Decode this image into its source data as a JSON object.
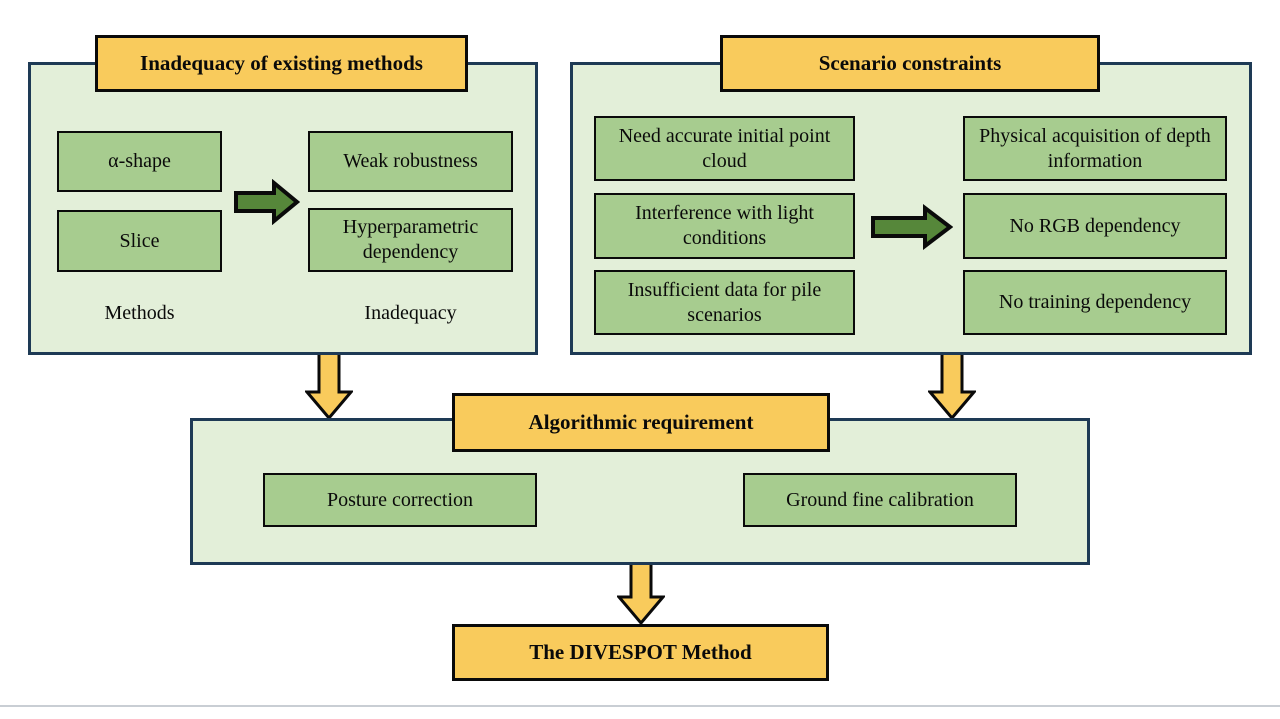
{
  "colors": {
    "accent_yellow": "#F9CB5C",
    "box_green": "#A7CC8F",
    "panel_green": "#E3EFD9",
    "panel_border": "#1E3A55",
    "arrow_green": "#56873A",
    "line_gray": "#C9CED4"
  },
  "panel_inadequacy": {
    "title": "Inadequacy of existing methods",
    "methods": [
      "α-shape",
      "Slice"
    ],
    "inadequacies": [
      "Weak robustness",
      "Hyperparametric dependency"
    ],
    "left_caption": "Methods",
    "right_caption": "Inadequacy"
  },
  "panel_scenario": {
    "title": "Scenario constraints",
    "constraints": [
      "Need accurate initial point cloud",
      "Interference with light conditions",
      "Insufficient data for pile scenarios"
    ],
    "implications": [
      "Physical acquisition of depth information",
      "No RGB dependency",
      "No training dependency"
    ]
  },
  "panel_algorithmic": {
    "title": "Algorithmic requirement",
    "requirements": [
      "Posture correction",
      "Ground fine calibration"
    ]
  },
  "final": {
    "label": "The DIVESPOT Method"
  }
}
